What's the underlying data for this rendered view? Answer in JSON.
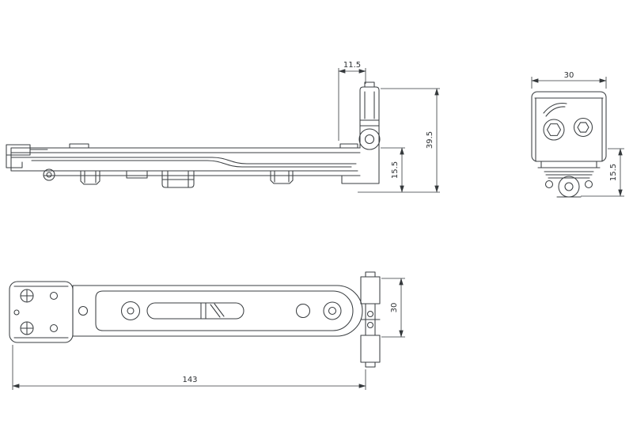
{
  "drawing": {
    "background": "#ffffff",
    "line_color": "#3a3e41",
    "dimension_color": "#35393c",
    "text_color": "#2e3134",
    "views": {
      "side": {
        "dimensions": {
          "bracket_offset": "11.5",
          "overall_height": "39.5",
          "body_height": "15.5"
        }
      },
      "end": {
        "dimensions": {
          "width": "30",
          "roller_stack_height": "15.5"
        }
      },
      "plan": {
        "dimensions": {
          "overall_length": "143",
          "roller_span": "30"
        }
      }
    }
  }
}
